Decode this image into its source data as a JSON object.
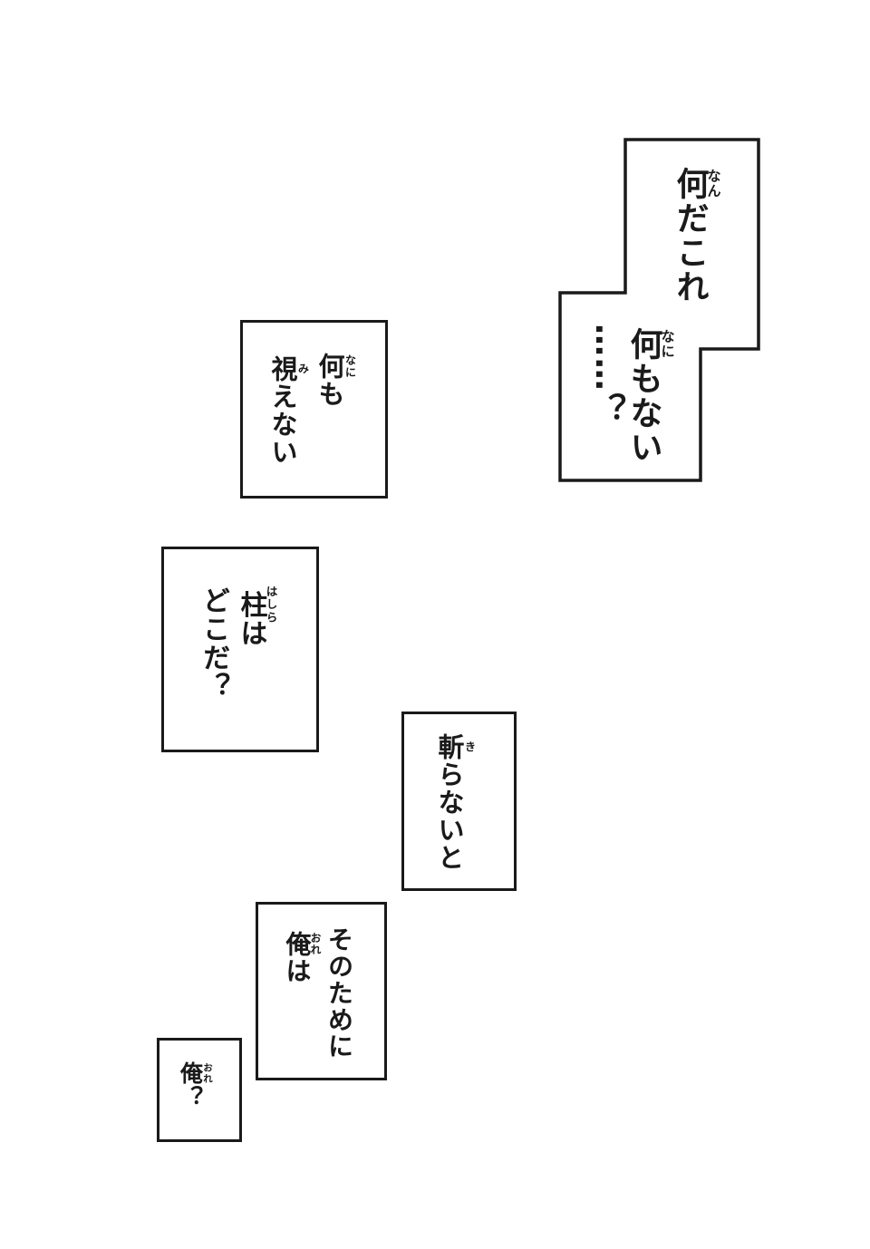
{
  "page": {
    "paper_color": "#ffffff",
    "ink_color": "#1a1a1a"
  },
  "panels": [
    {
      "id": "balloon-what-is-this",
      "columns": [
        {
          "segments": [
            {
              "t": "何",
              "r": "なん"
            },
            {
              "t": "だこれ"
            }
          ]
        },
        {
          "segments": [
            {
              "t": "何",
              "r": "なに"
            },
            {
              "t": "もない"
            }
          ]
        },
        {
          "segments": [
            {
              "t": "……？"
            }
          ]
        }
      ]
    },
    {
      "id": "panel-cant-see",
      "columns": [
        {
          "segments": [
            {
              "t": "何",
              "r": "なに"
            },
            {
              "t": "も"
            }
          ]
        },
        {
          "segments": [
            {
              "t": "視",
              "r": "み"
            },
            {
              "t": "えない"
            }
          ]
        }
      ]
    },
    {
      "id": "panel-where-is-pillar",
      "columns": [
        {
          "segments": [
            {
              "t": "柱",
              "r": "はしら"
            },
            {
              "t": "は"
            }
          ]
        },
        {
          "segments": [
            {
              "t": "どこだ？"
            }
          ]
        }
      ]
    },
    {
      "id": "panel-must-slash",
      "columns": [
        {
          "segments": [
            {
              "t": "斬",
              "r": "き"
            },
            {
              "t": "らないと"
            }
          ]
        }
      ]
    },
    {
      "id": "panel-for-that-i",
      "columns": [
        {
          "segments": [
            {
              "t": "そのために"
            }
          ]
        },
        {
          "segments": [
            {
              "t": "俺",
              "r": "おれ"
            },
            {
              "t": "は"
            }
          ]
        }
      ]
    },
    {
      "id": "panel-me",
      "columns": [
        {
          "segments": [
            {
              "t": "俺",
              "r": "おれ"
            },
            {
              "t": "？"
            }
          ]
        }
      ]
    }
  ]
}
